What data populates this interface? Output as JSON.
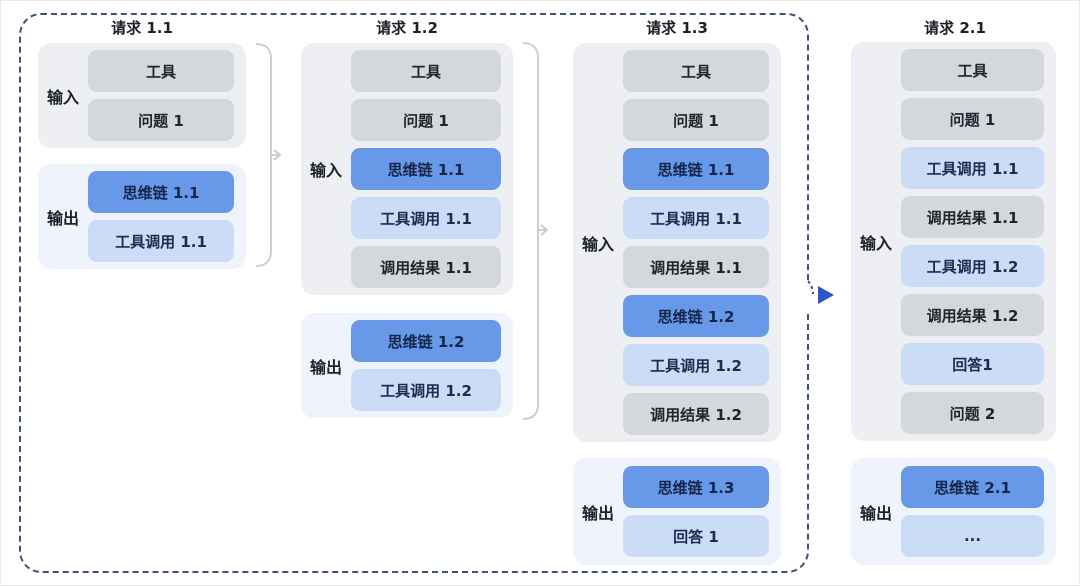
{
  "colors": {
    "frame_border": "#3d5375",
    "arrow_blue": "#2b55c8",
    "brace_gray": "#c6cad2",
    "input_group_bg": "#edeff2",
    "output_group_bg": "#eff4fc",
    "box_gray": "#d4d7db",
    "box_blue": "#6899e9",
    "box_lightblue": "#cbdcf6"
  },
  "columns": [
    {
      "title": "请求 1.1",
      "input": {
        "label": "输入",
        "boxes": [
          {
            "text": "工具"
          },
          {
            "text": "问题 1"
          }
        ]
      },
      "output": {
        "label": "输出",
        "boxes": [
          {
            "text": "思维链 1.1"
          },
          {
            "text": "工具调用 1.1"
          }
        ]
      }
    },
    {
      "title": "请求 1.2",
      "input": {
        "label": "输入",
        "boxes": [
          {
            "text": "工具"
          },
          {
            "text": "问题 1"
          },
          {
            "text": "思维链 1.1"
          },
          {
            "text": "工具调用 1.1"
          },
          {
            "text": "调用结果 1.1"
          }
        ]
      },
      "output": {
        "label": "输出",
        "boxes": [
          {
            "text": "思维链 1.2"
          },
          {
            "text": "工具调用 1.2"
          }
        ]
      }
    },
    {
      "title": "请求 1.3",
      "input": {
        "label": "输入",
        "boxes": [
          {
            "text": "工具"
          },
          {
            "text": "问题 1"
          },
          {
            "text": "思维链 1.1"
          },
          {
            "text": "工具调用 1.1"
          },
          {
            "text": "调用结果 1.1"
          },
          {
            "text": "思维链 1.2"
          },
          {
            "text": "工具调用 1.2"
          },
          {
            "text": "调用结果 1.2"
          }
        ]
      },
      "output": {
        "label": "输出",
        "boxes": [
          {
            "text": "思维链 1.3"
          },
          {
            "text": "回答 1"
          }
        ]
      }
    },
    {
      "title": "请求 2.1",
      "input": {
        "label": "输入",
        "boxes": [
          {
            "text": "工具"
          },
          {
            "text": "问题 1"
          },
          {
            "text": "工具调用 1.1"
          },
          {
            "text": "调用结果 1.1"
          },
          {
            "text": "工具调用 1.2"
          },
          {
            "text": "调用结果 1.2"
          },
          {
            "text": "回答1"
          },
          {
            "text": "问题 2"
          }
        ]
      },
      "output": {
        "label": "输出",
        "boxes": [
          {
            "text": "思维链 2.1"
          },
          {
            "text": "..."
          }
        ]
      }
    }
  ]
}
